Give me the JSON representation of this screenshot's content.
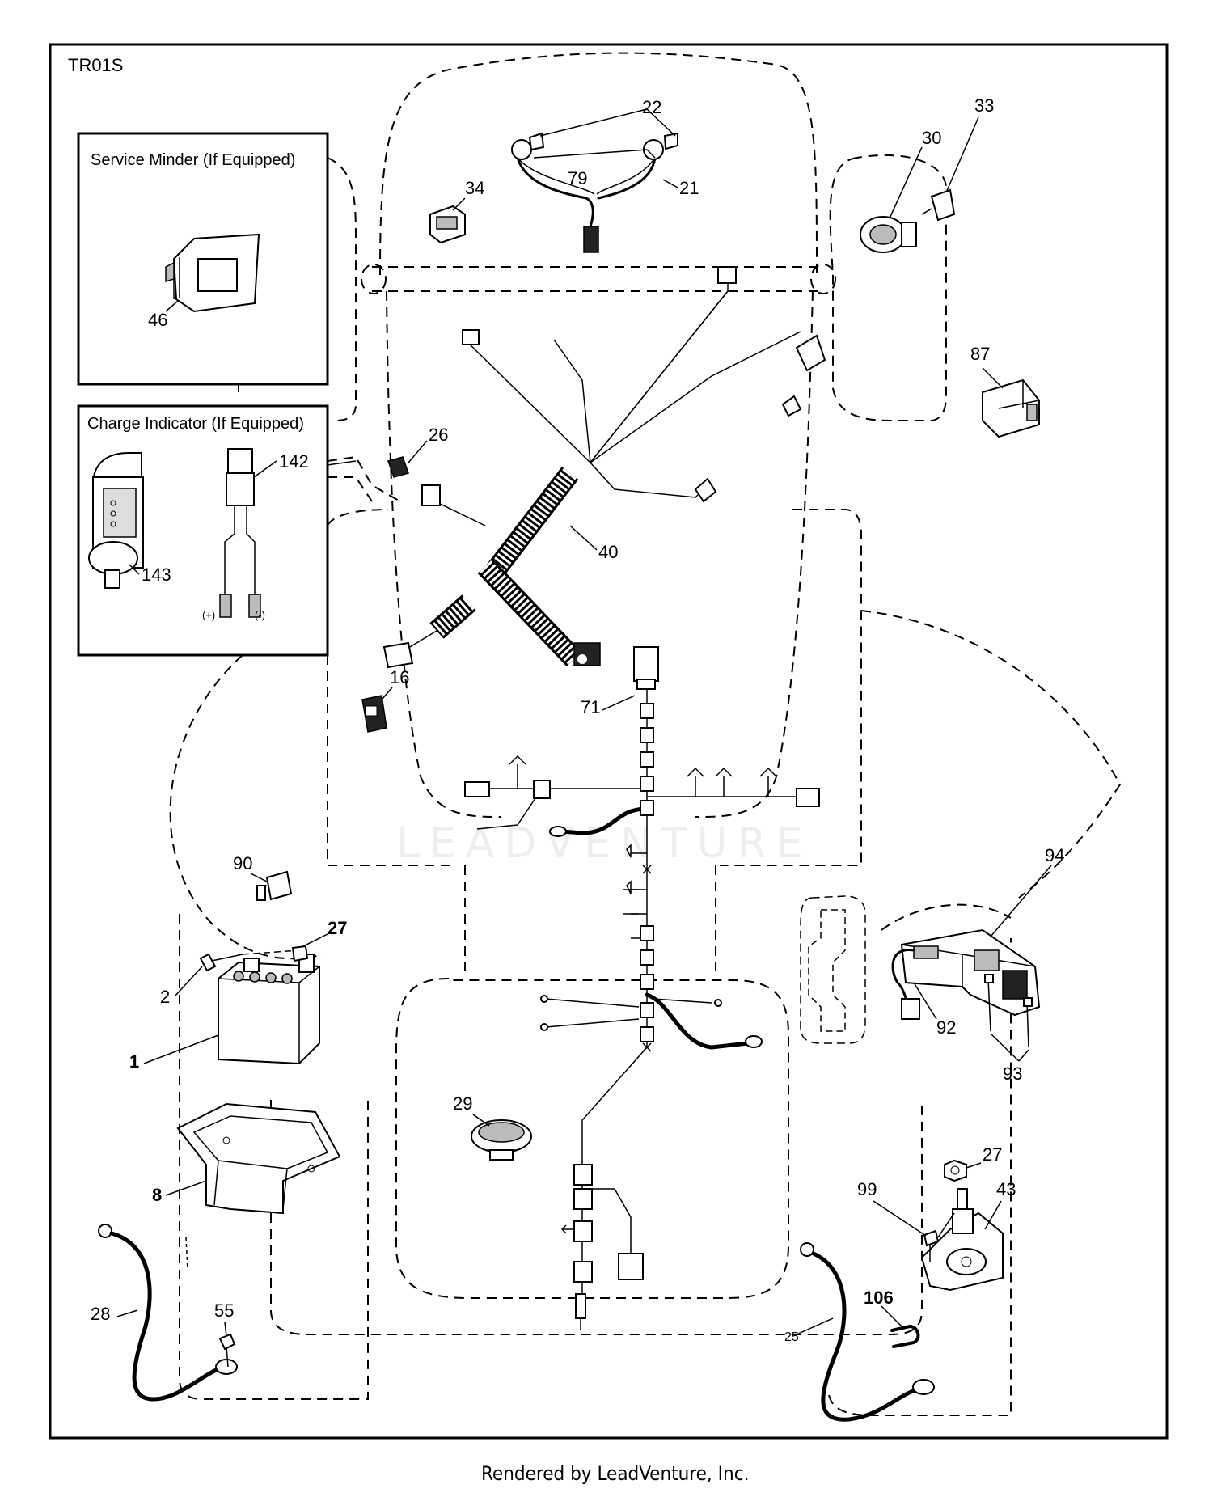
{
  "diagram": {
    "code": "TR01S",
    "footer": "Rendered by LeadVenture, Inc.",
    "watermark": "LEADVENTURE",
    "insets": {
      "service_minder": "Service Minder (If Equipped)",
      "charge_indicator": "Charge Indicator (If Equipped)"
    },
    "terminals": {
      "plus": "(+)",
      "minus": "(-)"
    },
    "callouts": {
      "p1": "1",
      "p2": "2",
      "p8": "8",
      "p16": "16",
      "p21": "21",
      "p22": "22",
      "p25": "25",
      "p26": "26",
      "p27a": "27",
      "p27b": "27",
      "p28": "28",
      "p29": "29",
      "p30": "30",
      "p33": "33",
      "p34": "34",
      "p40": "40",
      "p43": "43",
      "p46": "46",
      "p55": "55",
      "p71": "71",
      "p79": "79",
      "p87": "87",
      "p90": "90",
      "p92": "92",
      "p93": "93",
      "p94": "94",
      "p99": "99",
      "p106": "106",
      "p142": "142",
      "p143": "143"
    }
  }
}
